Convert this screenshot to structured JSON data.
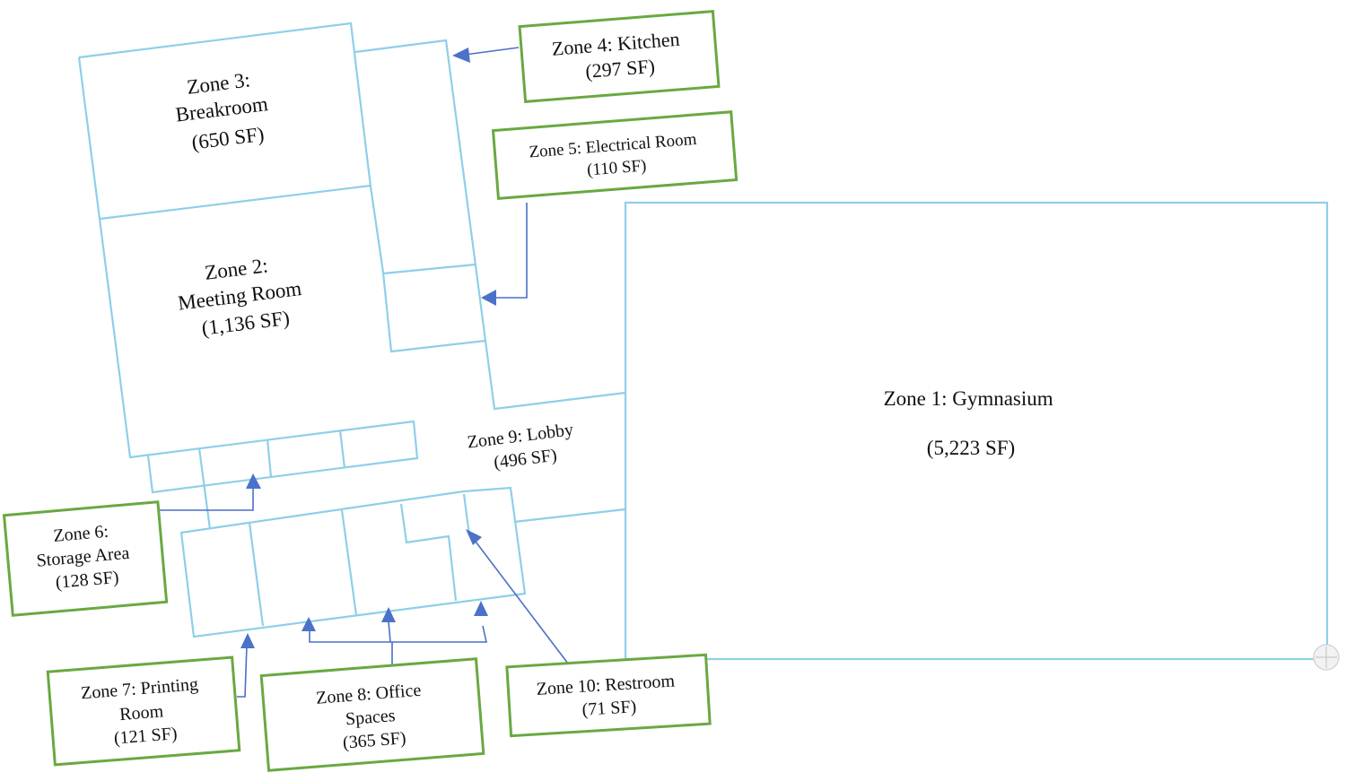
{
  "rooms": {
    "zone1": {
      "lines": [
        "Zone 1: Gymnasium",
        "(5,223 SF)"
      ]
    },
    "zone2": {
      "lines": [
        "Zone 2:",
        "Meeting Room",
        "(1,136 SF)"
      ]
    },
    "zone3": {
      "lines": [
        "Zone 3:",
        "Breakroom",
        "(650 SF)"
      ]
    },
    "zone9": {
      "lines": [
        "Zone 9: Lobby",
        "(496 SF)"
      ]
    }
  },
  "callouts": {
    "zone4": {
      "lines": [
        "Zone 4: Kitchen",
        "(297 SF)"
      ]
    },
    "zone5": {
      "lines": [
        "Zone 5: Electrical  Room",
        "(110 SF)"
      ]
    },
    "zone6": {
      "lines": [
        "Zone 6:",
        "Storage Area",
        "(128 SF)"
      ]
    },
    "zone7": {
      "lines": [
        "Zone 7: Printing",
        "Room",
        "(121 SF)"
      ]
    },
    "zone8": {
      "lines": [
        "Zone 8: Office",
        "Spaces",
        "(365 SF)"
      ]
    },
    "zone10": {
      "lines": [
        "Zone 10: Restroom",
        "(71 SF)"
      ]
    }
  },
  "colors": {
    "wall": "#8ecfe8",
    "callout_border": "#6aa841",
    "leader_arrow": "#4a72c8",
    "text": "#111111"
  }
}
